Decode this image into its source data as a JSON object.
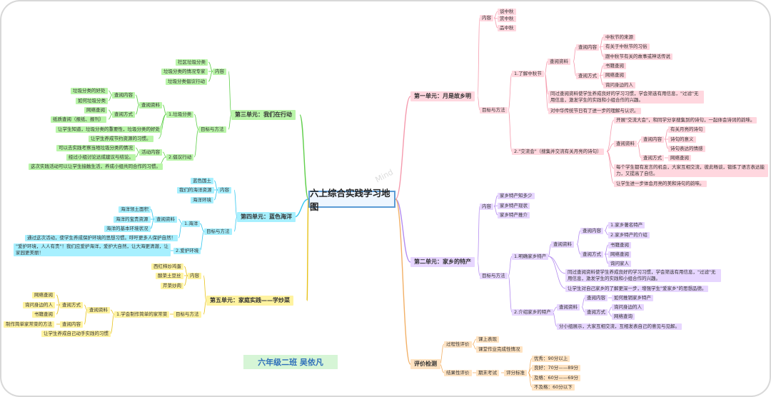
{
  "title": "六上综合实践学习地图",
  "signature": "六年级二班   吴依凡",
  "watermark": "Mind",
  "colors": {
    "pink": "#f59aad",
    "green": "#5fcf4a",
    "cyan": "#34c8f0",
    "yellow": "#e7c21a",
    "purple": "#b48cf0",
    "orange": "#f2b066"
  },
  "u1": {
    "title": "第一单元：月是故乡明",
    "content": "内容",
    "c": [
      "赏中秋",
      "品中秋"
    ],
    "c_top": "谈中秋",
    "goal": "目标与方法",
    "s1": "1.了解中秋节",
    "s1_check": "查阅资料",
    "s1_content": "查阅内容",
    "s1_items": [
      "中秋节的来源",
      "有关于中秋节的习俗",
      "跟中秋节有关的故事或神话传说"
    ],
    "s1_method": "查阅方式",
    "s1_methods": [
      "书籍查阅",
      "网络查阅",
      "询问身边的人"
    ],
    "s1_goal1": "同过查阅资料使学生养成良好的学习习惯，学会筛选有用信息，\"过滤\"无用信息，激发学生的实践和小组合作的兴趣。",
    "s1_goal2": "对中华传统节日有了进一步的理解与认识。",
    "s2": "2.\"交流会\"（搜集并交流有关月亮的诗句）",
    "s2_open": "开展\"交流大会\"，和同学分享搜集到的诗句，一起体会诗词的韵味。",
    "s2_check": "查阅资料",
    "s2_content": "查阅内容",
    "s2_items": [
      "有关月亮的诗句",
      "诗句的意义",
      "诗句表达的情感"
    ],
    "s2_method": "查阅方式",
    "s2_methods": [
      "网络查阅"
    ],
    "s2_goal1": "每个学生都有发言的机会，大家互相交流，彼此畅谈，锻炼了语言表达能力，又提高了自信。",
    "s2_goal2": "让学生进一步体会月亮的美和诗句的韵味。"
  },
  "u2": {
    "title": "第二单元：家乡的特产",
    "content": "内容",
    "c": [
      "家乡特产知多少",
      "家乡特产现状",
      "家乡特产推介"
    ],
    "goal": "目标与方法",
    "s1": "1.明确家乡特产",
    "s1_check": "查阅资料",
    "s1_content": "查阅内容",
    "s1_items": [
      "1.家乡著名特产",
      "2.家乡特产的介绍"
    ],
    "s1_method": "查阅方式",
    "s1_methods": [
      "书籍查阅",
      "网络查阅",
      "询问家人"
    ],
    "s1_goal1": "同过查阅资料使学生养成良好的学习习惯，学会筛选有用信息，\"过滤\"无用信息，激发学生的实践和小组合作的兴趣。",
    "s1_goal2": "让学生对自己家乡的了解更深一步，增强学生\"爱家乡\"的思想品德。",
    "s2": "2.介绍家乡的特产",
    "s2_check": "查阅资料",
    "s2_content": "查阅内容",
    "s2_item": "如何推销家乡特产",
    "s2_method": "查阅方式",
    "s2_methods": [
      "询问身边的人",
      "网络查询"
    ],
    "s2_goal": "分小组展示，大家互相交流，互相发表自己的意见与见解。"
  },
  "eval": {
    "title": "评价检测",
    "process": "过程性评价",
    "process_items": [
      "课上表现",
      "课堂作业完成性情况"
    ],
    "result": "结果性评价",
    "final": "期末考试",
    "standard": "评分标准",
    "grades": [
      "优秀：90分以上",
      "良好：70分——89分",
      "及格：60分——69分",
      "不及格：60分以下"
    ]
  },
  "u3": {
    "title": "第三单元：我们在行动",
    "content": "内容",
    "c": [
      "社区垃圾分类",
      "垃圾分类的情况专家",
      "垃圾分类倡议行动"
    ],
    "goal": "目标与方法",
    "s1": "1.垃圾分类",
    "s1_check": "查阅资料",
    "s1_content": "查阅内容",
    "s1_items": [
      "垃圾分类的好处",
      "如何垃圾分类"
    ],
    "s1_method": "查阅方式",
    "s1_methods": [
      "网络查阅",
      "纸质查阅（报纸、报刊）"
    ],
    "s1_goal1": "让学生知道，垃圾分类的重要性，垃圾分类的好处",
    "s1_goal2": "让学生养成节约资源的习惯。",
    "s2": "2.倡议行动",
    "s2_content": "活动内容",
    "s2_items": [
      "可以去实践考察当地垃圾分类的情况",
      "经过小组讨论达成建议与结论。"
    ],
    "s2_goal": "这次实践活动可以让学生接触生活，养成小组共同合作的习惯。"
  },
  "u4": {
    "title": "第四单元：蓝色海洋",
    "content": "内容",
    "c": [
      "蓝色国土",
      "我们的海洋资源",
      "海洋环境"
    ],
    "goal": "目标与方法",
    "s1": "1.海洋",
    "s1_check": "查阅资料",
    "s1_items": [
      "海洋领土面积",
      "海洋的宝贵资源",
      "海洋的基本环境状况"
    ],
    "s1_goal": "通过这次活动，使学生养成保护环境的思想习惯。呼吁更多人保护自然！",
    "s2": "2.爱护环境",
    "s2_text": "\"爱护环境，人人有责\"！我们应爱护海洋，爱护大自然，让大海更清澈，让家园更美丽！"
  },
  "u5": {
    "title": "第五单元：家庭实践——学炒菜",
    "content": "内容",
    "c": [
      "西红柿炒鸡蛋",
      "酸菜土豆丝",
      "芹菜炒肉"
    ],
    "goal": "目标与方法",
    "s1": "1.学会制作简单的家常菜",
    "s1_check": "查阅资料",
    "s1_method": "查阅方式",
    "s1_methods": [
      "网络查阅",
      "询问身边的人",
      "书籍查阅"
    ],
    "s1_content": "查阅内容",
    "s1_item": "制作简单家常菜的方法",
    "s1_goal": "让学生养成自己动手实践的习惯"
  }
}
